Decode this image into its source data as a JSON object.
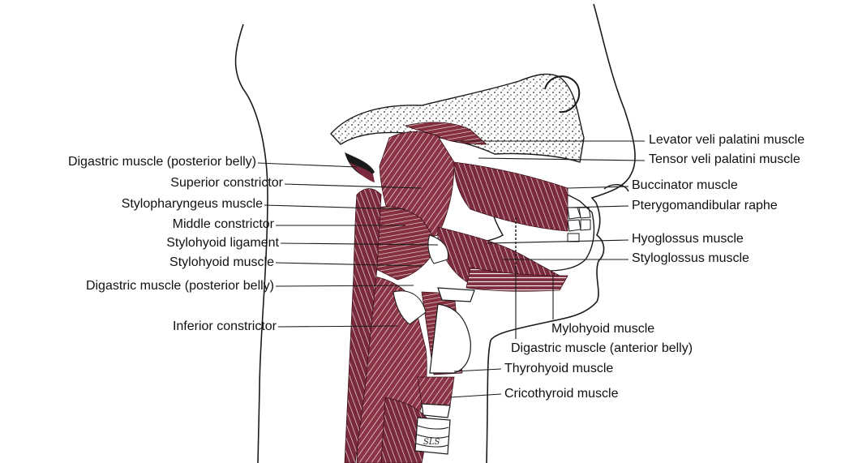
{
  "diagram": {
    "colors": {
      "muscle": "#7a2a3c",
      "muscle_light": "#9c4a5c",
      "line": "#1a1a1a",
      "bone_stipple": "#2a2a2a"
    },
    "labels_left": [
      "Digastric muscle (posterior belly)",
      "Superior constrictor",
      "Stylopharyngeus muscle",
      "Middle constrictor",
      "Stylohyoid ligament",
      "Stylohyoid muscle",
      "Digastric muscle (posterior belly)",
      "Inferior constrictor"
    ],
    "labels_right": [
      "Levator veli palatini muscle",
      "Tensor veli palatini muscle",
      "Buccinator muscle",
      "Pterygomandibular raphe",
      "Hyoglossus muscle",
      "Styloglossus muscle"
    ],
    "labels_bottom": [
      "Mylohyoid muscle",
      "Digastric muscle (anterior belly)",
      "Thyrohyoid muscle",
      "Cricothyroid muscle"
    ],
    "signature": "SLS"
  }
}
